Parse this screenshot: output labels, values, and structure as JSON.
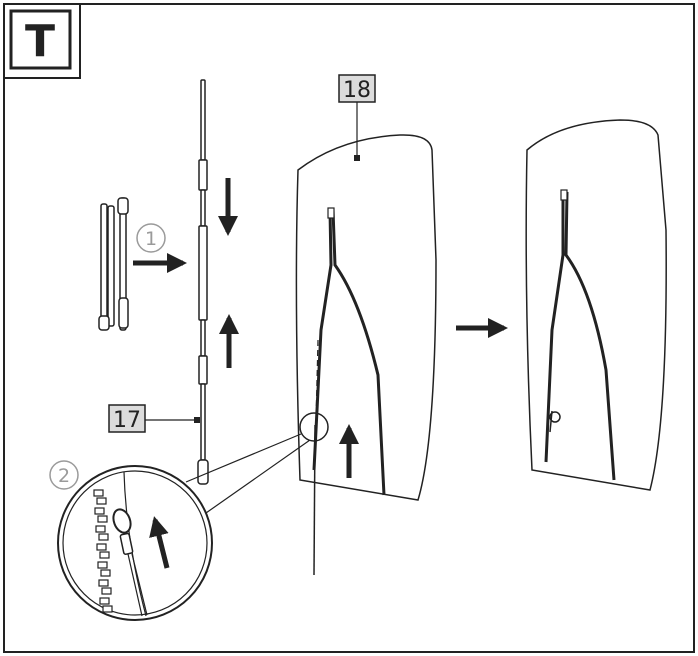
{
  "step_letter": "T",
  "step_numbers": {
    "first": "1",
    "second": "2"
  },
  "part_labels": {
    "pole": "17",
    "cover": "18"
  },
  "colors": {
    "ink": "#222222",
    "label_fill": "#dcdcdc",
    "circle_num": "#9a9a9a",
    "background": "#ffffff"
  },
  "icons": [
    "arrow-right-icon",
    "arrow-down-icon",
    "arrow-up-icon",
    "zipper-icon",
    "magnifier-circle-icon"
  ]
}
